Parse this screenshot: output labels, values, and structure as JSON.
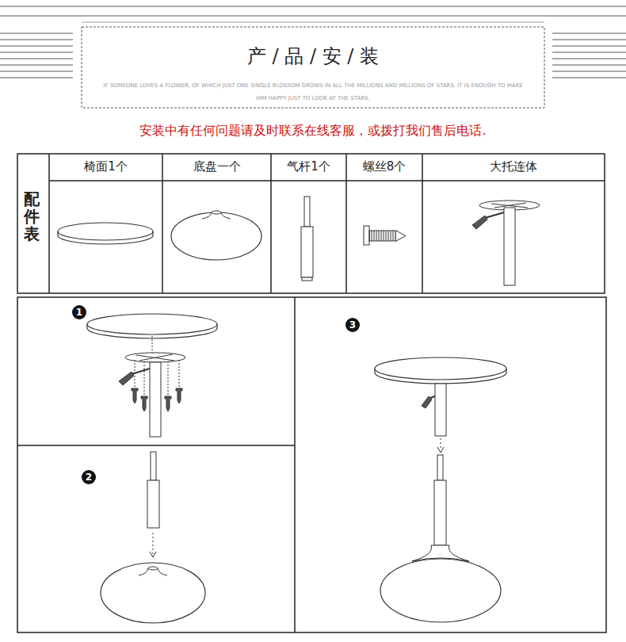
{
  "diagram": {
    "title": "产 / 品 / 安 / 装",
    "nodes": [
      {
        "text": [
          "1"
        ]
      },
      {
        "text": [
          "3"
        ]
      },
      {
        "text": [
          "2"
        ]
      }
    ],
    "labels": [
      "IF SOMEONE LOVES A FLOWER, OF WHICH JUST ONE SINGLE BLOSSOM GROWS IN ALL THE MILLIONS AND MILLIONS OF STARS. IT IS ENOUGH TO MAKE HIM HAPPY JUST TO LOOK AT THE STARS.",
      "安装中有任何问题请及时联系在线客服，或拨打我们售后电话.",
      "配件表",
      "椅面1个",
      "底盘一个",
      "气杆1个",
      "螺丝8个",
      "大托连体"
    ]
  }
}
